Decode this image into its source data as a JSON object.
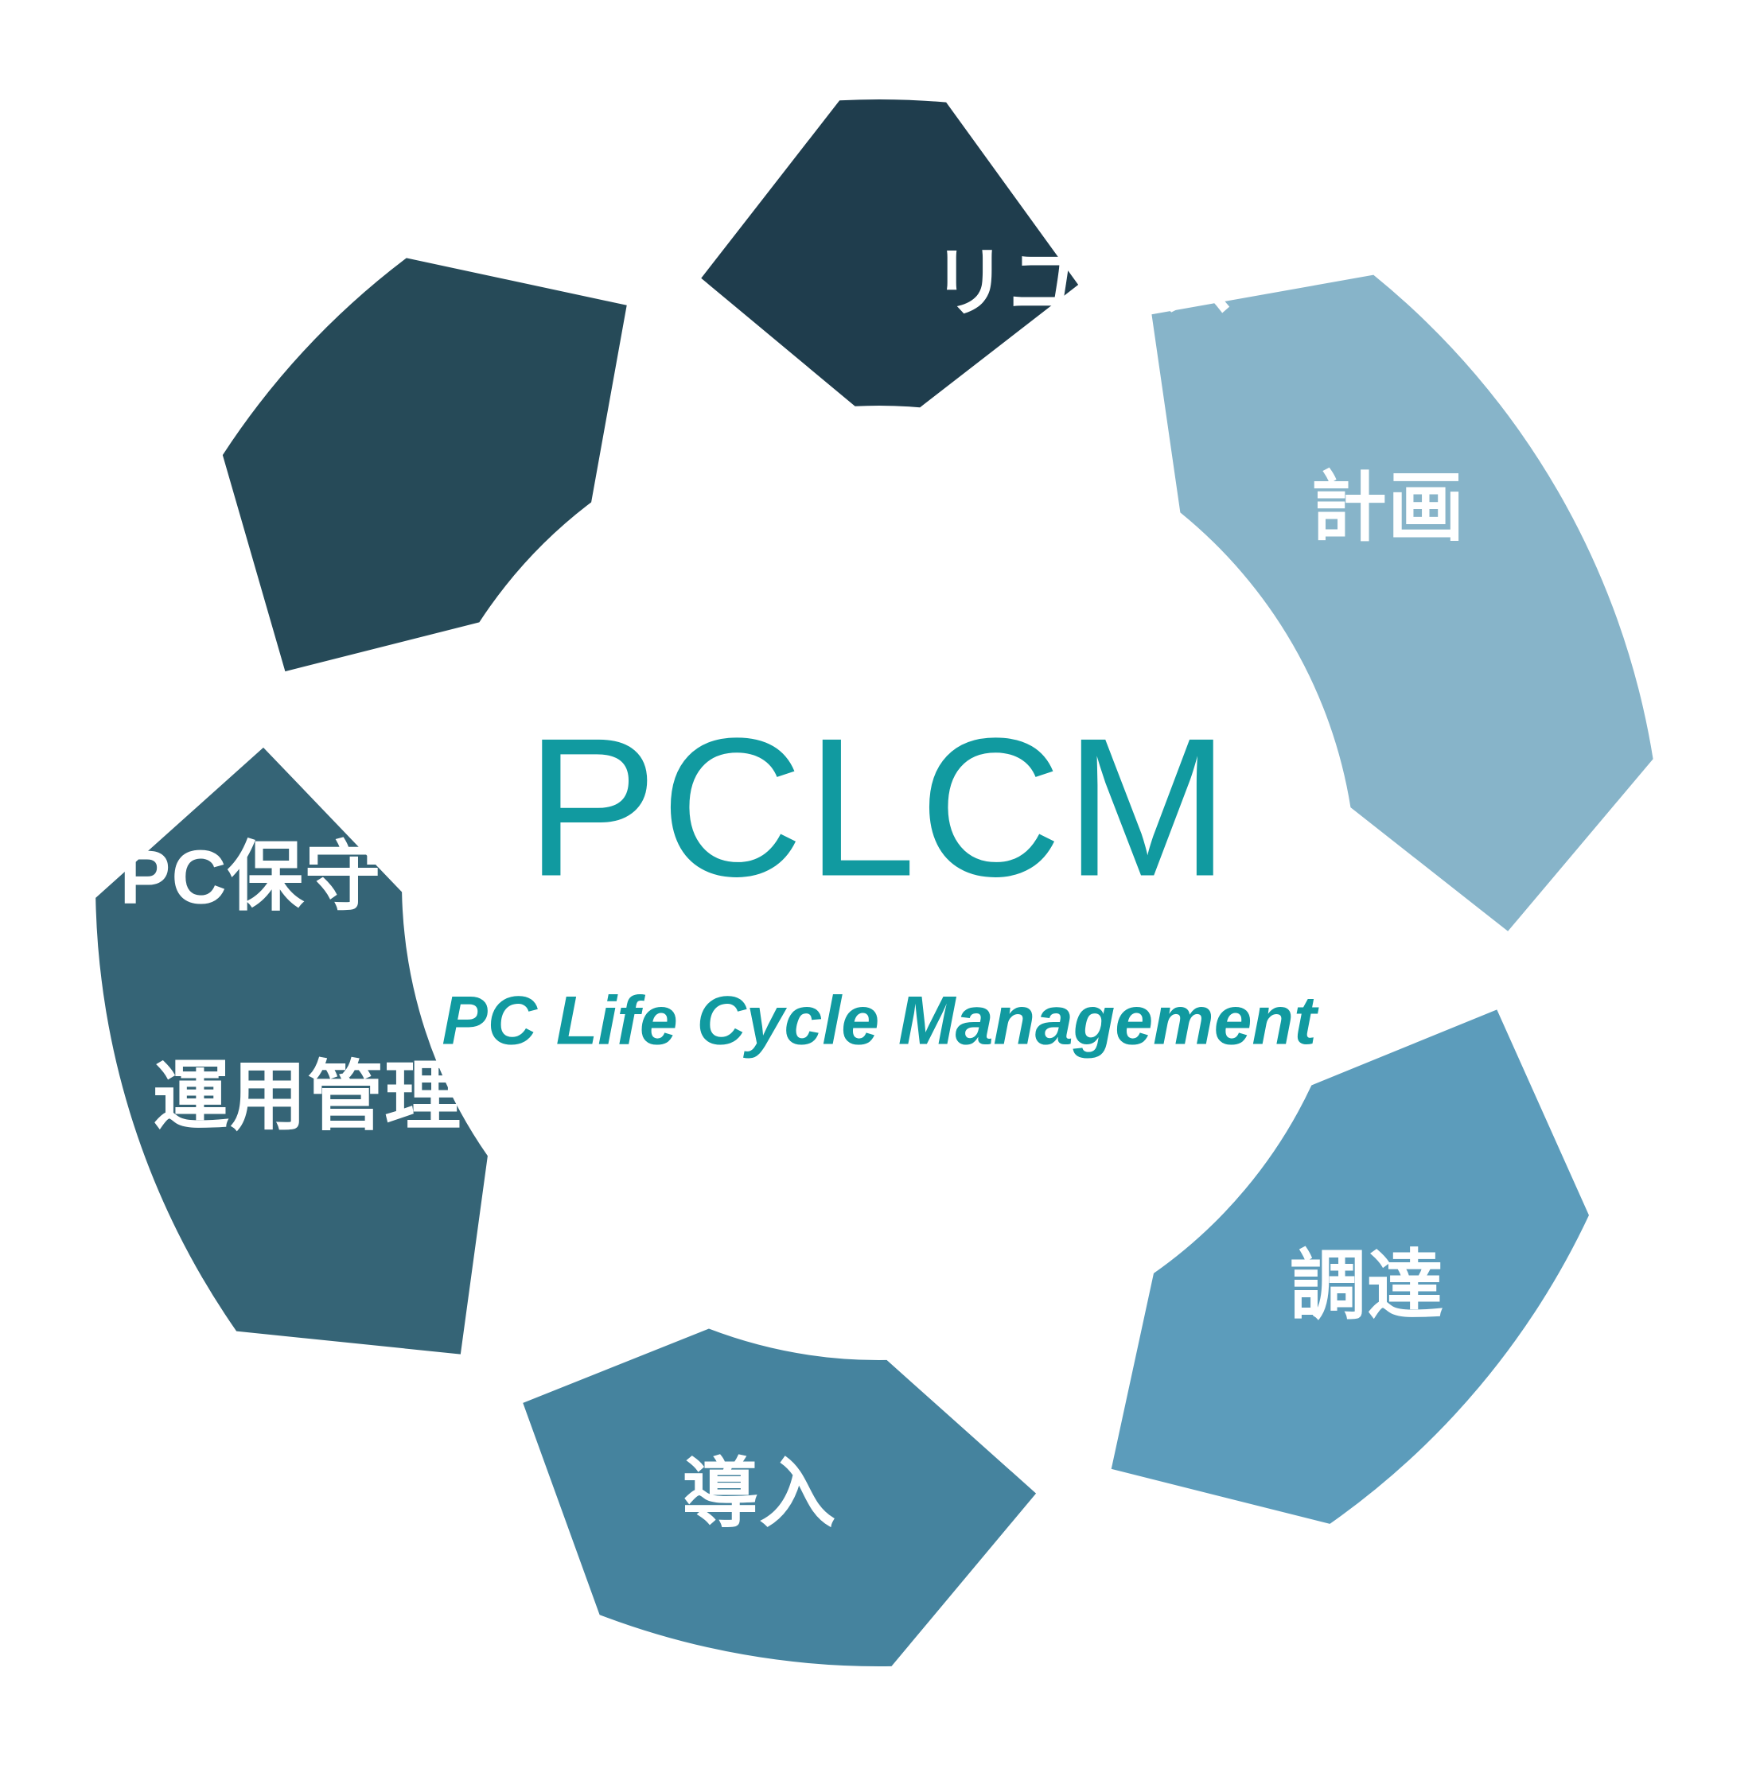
{
  "diagram": {
    "type": "cycle-wheel",
    "title": "PCLCM",
    "subtitle": "PC Life Cycle Management",
    "title_color": "#119aa0",
    "subtitle_color": "#119aa0",
    "background_color": "#ffffff",
    "hub_color": "#ffffff",
    "label_color": "#ffffff",
    "segments": [
      {
        "id": "plan",
        "label": "計画",
        "color": "#87b4c9",
        "order": 1,
        "start_angle": -68,
        "end_angle": 8,
        "label_angle": -36,
        "label_radius": 790,
        "font_size": 96
      },
      {
        "id": "procure",
        "label": "調達",
        "color": "#5c9cbb",
        "order": 2,
        "start_angle": 8,
        "end_angle": 72,
        "label_angle": 40,
        "label_radius": 800,
        "font_size": 96
      },
      {
        "id": "deploy",
        "label": "導入",
        "color": "#45839e",
        "order": 3,
        "start_angle": 72,
        "end_angle": 128,
        "label_angle": 101,
        "label_radius": 790,
        "font_size": 96
      },
      {
        "id": "operations",
        "label": "運用管理",
        "color": "#356476",
        "order": 4,
        "start_angle": 128,
        "end_angle": 196,
        "label_angle": 159,
        "label_radius": 770,
        "font_size": 96
      },
      {
        "id": "maintenance",
        "label": "PC保守",
        "color": "#264a58",
        "order": 5,
        "start_angle": 196,
        "end_angle": 250,
        "label_angle": 180,
        "label_radius": 790,
        "font_size": 96
      },
      {
        "id": "reuse",
        "label": "リユース",
        "color": "#1f3d4d",
        "order": 6,
        "start_angle": 250,
        "end_angle": 292,
        "label_angle": 289,
        "label_radius": 790,
        "font_size": 96
      }
    ]
  },
  "chart_data": {
    "type": "pie",
    "title": "PCLCM",
    "subtitle": "PC Life Cycle Management",
    "categories": [
      "計画",
      "調達",
      "導入",
      "運用管理",
      "PC保守",
      "リユース"
    ],
    "values": [
      1,
      1,
      1,
      1,
      1,
      1
    ],
    "colors": [
      "#87b4c9",
      "#5c9cbb",
      "#45839e",
      "#356476",
      "#264a58",
      "#1f3d4d"
    ],
    "legend": "none",
    "xlabel": "",
    "ylabel": ""
  }
}
